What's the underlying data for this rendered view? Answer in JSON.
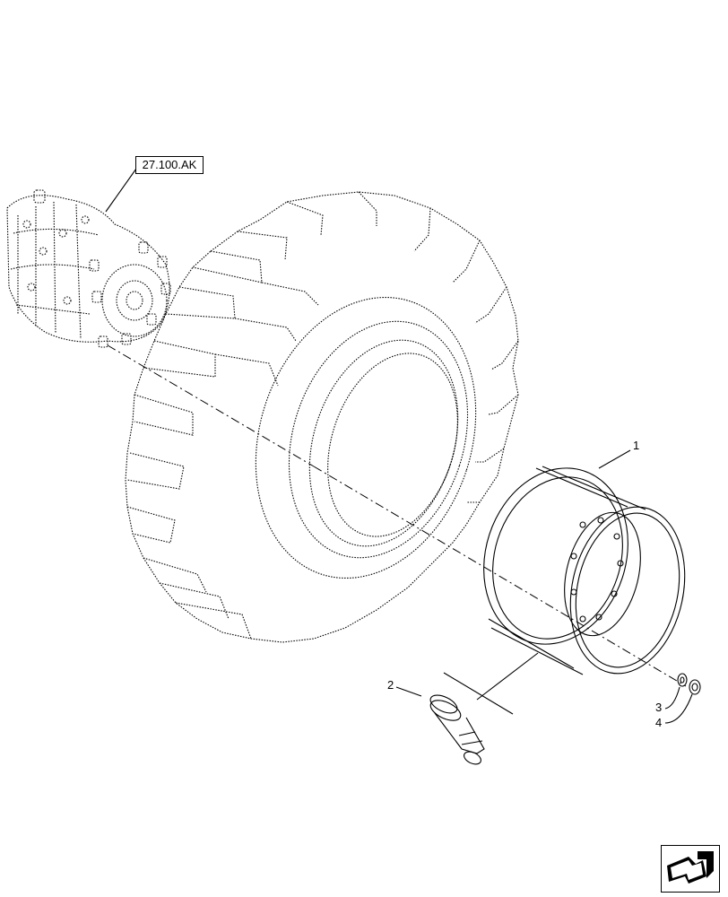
{
  "reference": {
    "label": "27.100.AK"
  },
  "callouts": [
    {
      "id": "1",
      "label": "1"
    },
    {
      "id": "2",
      "label": "2"
    },
    {
      "id": "3",
      "label": "3"
    },
    {
      "id": "4",
      "label": "4"
    }
  ],
  "navigation": {
    "icon": "return-arrow-icon"
  }
}
